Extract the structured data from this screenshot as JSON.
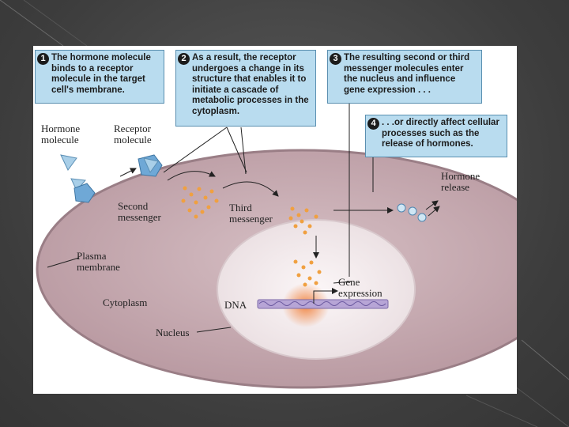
{
  "steps": [
    {
      "number": "1",
      "text": "The hormone molecule binds to a receptor molecule in the target cell's membrane."
    },
    {
      "number": "2",
      "text": "As a result, the receptor undergoes a change in its structure that enables it to initiate a cascade of metabolic processes in the cytoplasm."
    },
    {
      "number": "3",
      "text": "The resulting second or third messenger molecules enter the nucleus and influence gene expression . . ."
    },
    {
      "number": "4",
      "text": ". . .or directly affect cellular processes such as the release of hormones."
    }
  ],
  "labels": {
    "hormone_molecule": [
      "Hormone",
      "molecule"
    ],
    "receptor_molecule": [
      "Receptor",
      "molecule"
    ],
    "second_messenger": [
      "Second",
      "messenger"
    ],
    "third_messenger": [
      "Third",
      "messenger"
    ],
    "hormone_release": [
      "Hormone",
      "release"
    ],
    "plasma_membrane": [
      "Plasma",
      "membrane"
    ],
    "cytoplasm": "Cytoplasm",
    "dna": "DNA",
    "nucleus": "Nucleus",
    "gene_expression": [
      "Gene",
      "expression"
    ]
  },
  "colors": {
    "callout_fill": "#b9dcef",
    "cytoplasm": "#c2a5ac",
    "nucleus": "#f0e8ea",
    "messenger": "#f0a040",
    "receptor": "#6fa8d6"
  }
}
